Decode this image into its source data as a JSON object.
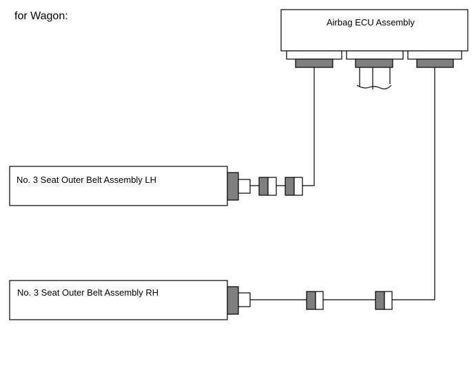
{
  "page_title": "for Wagon:",
  "components": {
    "ecu": {
      "label": "Airbag ECU Assembly"
    },
    "belt_lh": {
      "label": "No. 3 Seat Outer Belt Assembly LH"
    },
    "belt_rh": {
      "label": "No. 3 Seat Outer Belt Assembly RH"
    }
  },
  "colors": {
    "stroke": "#000000",
    "connector_fill": "#7f7f7f",
    "background": "#ffffff"
  }
}
